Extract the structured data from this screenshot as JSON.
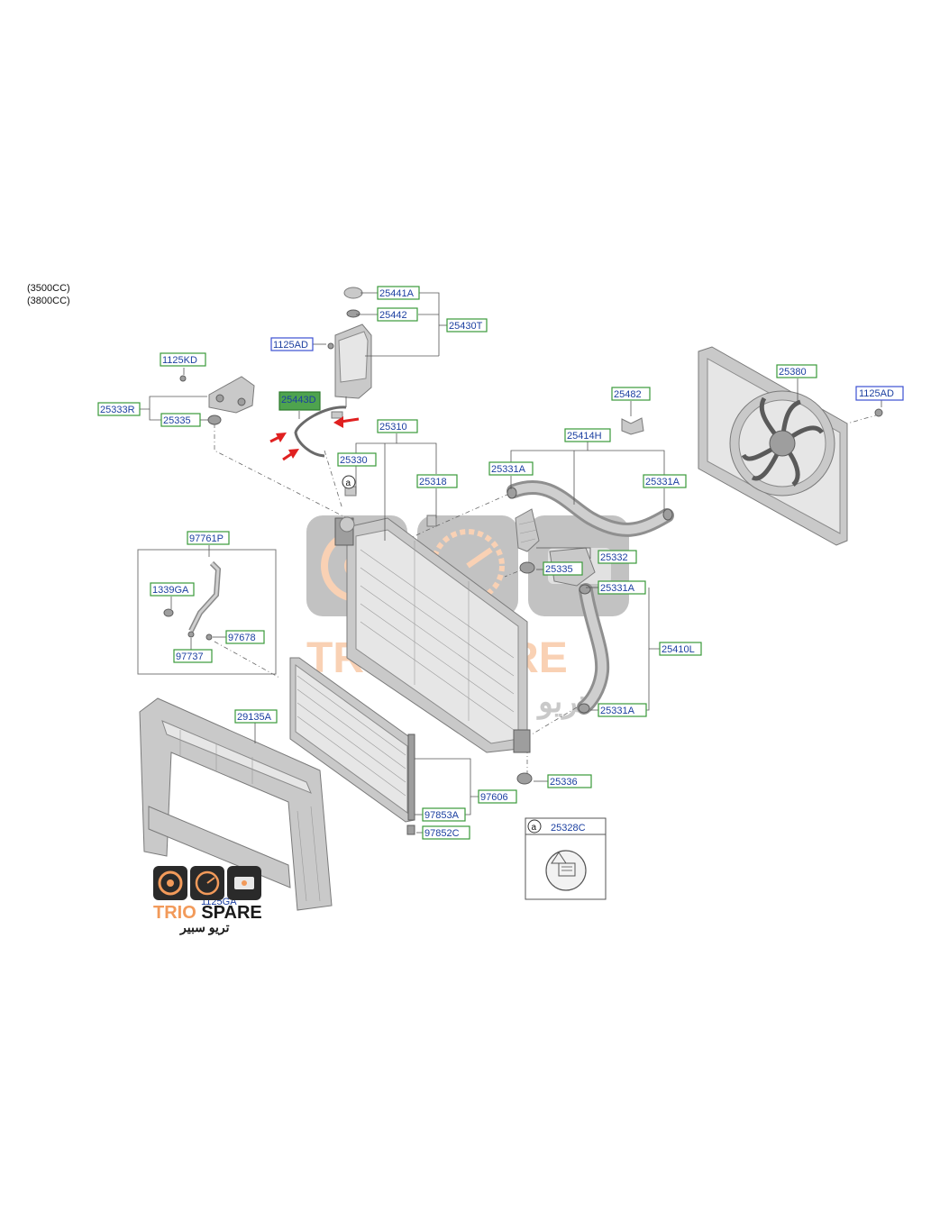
{
  "engine_notes": [
    "(3500CC)",
    "(3800CC)"
  ],
  "labels": {
    "p25441A": "25441A",
    "p25442": "25442",
    "p25430T": "25430T",
    "p1125AD_left": "1125AD",
    "p1125KD": "1125KD",
    "p25333R": "25333R",
    "p25335_left": "25335",
    "p25443D": "25443D",
    "p25310": "25310",
    "p25330": "25330",
    "p25318": "25318",
    "p25482": "25482",
    "p25414H": "25414H",
    "p25331A_a": "25331A",
    "p25331A_b": "25331A",
    "p25380": "25380",
    "p1125AD_right": "1125AD",
    "p97761P": "97761P",
    "p1339GA": "1339GA",
    "p97678": "97678",
    "p97737": "97737",
    "p25332": "25332",
    "p25335_mid": "25335",
    "p25331A_c": "25331A",
    "p25410L": "25410L",
    "p25331A_d": "25331A",
    "p29135A": "29135A",
    "p97606": "97606",
    "p97853A": "97853A",
    "p97852C": "97852C",
    "p25336": "25336",
    "p25328C": "25328C",
    "p1125GA": "1125GA"
  },
  "ref_markers": {
    "marker_a_1": "a",
    "marker_a_2": "a"
  },
  "watermark": {
    "brand": "TRIO SPARE",
    "brand_arabic": "تريو سبير"
  },
  "logo": {
    "brand": "TRIO SPARE",
    "brand_arabic": "تريو سبير"
  },
  "colors": {
    "label_text": "#1b3fa0",
    "green_box": "#3a9a3a",
    "blue_box": "#3b4fd1",
    "highlight_fill": "#4ea34e",
    "arrow": "#e02020",
    "watermark_orange": "#f29a5a"
  }
}
